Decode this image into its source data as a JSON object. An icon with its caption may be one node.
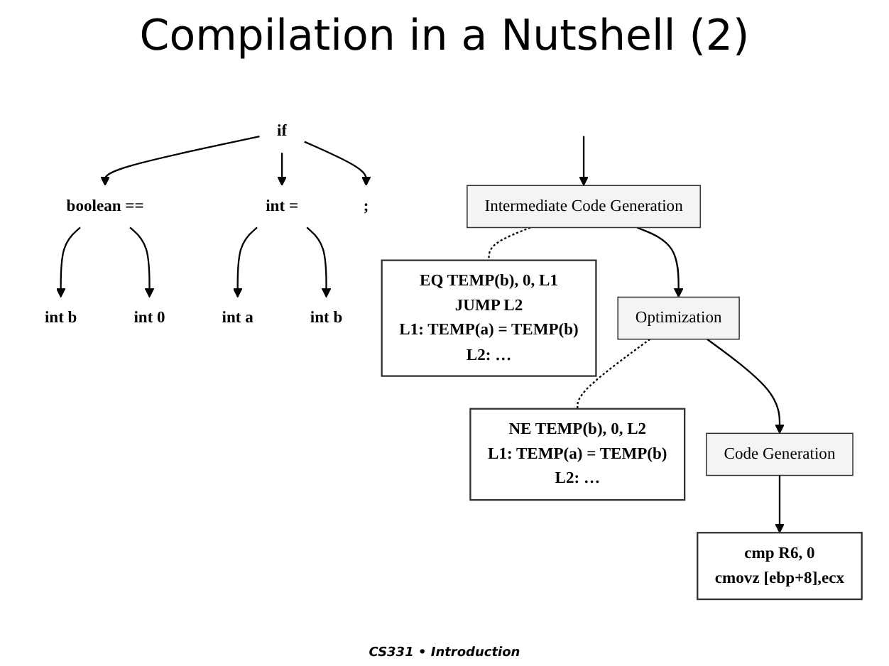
{
  "diagram": {
    "title": "Compilation in a Nutshell (2)",
    "caption": "CS331 • Introduction",
    "nodes": [
      {
        "text": [
          "if"
        ]
      },
      {
        "text": [
          "boolean =="
        ]
      },
      {
        "text": [
          "int ="
        ]
      },
      {
        "text": [
          ";"
        ]
      },
      {
        "text": [
          "int b"
        ]
      },
      {
        "text": [
          "int 0"
        ]
      },
      {
        "text": [
          "int a"
        ]
      },
      {
        "text": [
          "int b"
        ]
      },
      {
        "text": [
          "Intermediate Code Generation"
        ]
      },
      {
        "text": [
          "EQ TEMP(b), 0, L1",
          "JUMP L2",
          "L1: TEMP(a) = TEMP(b)",
          "L2: …"
        ]
      },
      {
        "text": [
          "Optimization"
        ]
      },
      {
        "text": [
          "NE TEMP(b), 0, L2",
          "L1: TEMP(a) = TEMP(b)",
          "L2: …"
        ]
      },
      {
        "text": [
          "Code Generation"
        ]
      },
      {
        "text": [
          "cmp R6, 0",
          "cmovz [ebp+8],ecx"
        ]
      }
    ],
    "edges": [
      {
        "from": 0,
        "to": 1,
        "arrow": "to"
      },
      {
        "from": 0,
        "to": 2,
        "arrow": "to"
      },
      {
        "from": 0,
        "to": 3,
        "arrow": "to"
      },
      {
        "from": 1,
        "to": 4,
        "arrow": "to"
      },
      {
        "from": 1,
        "to": 5,
        "arrow": "to"
      },
      {
        "from": 2,
        "to": 6,
        "arrow": "to"
      },
      {
        "from": 2,
        "to": 7,
        "arrow": "to"
      },
      {
        "from": null,
        "to": 8,
        "arrow": "to"
      },
      {
        "from": 8,
        "to": 10,
        "arrow": "to"
      },
      {
        "from": 8,
        "to": 9,
        "arrow": "none",
        "style": "dashed"
      },
      {
        "from": 10,
        "to": 12,
        "arrow": "to"
      },
      {
        "from": 10,
        "to": 11,
        "arrow": "none",
        "style": "dashed"
      },
      {
        "from": 12,
        "to": 13,
        "arrow": "to"
      }
    ]
  }
}
